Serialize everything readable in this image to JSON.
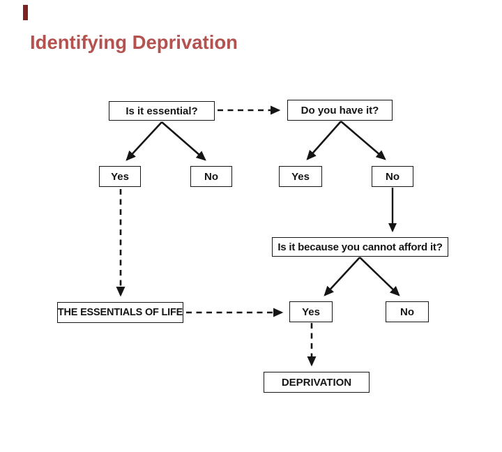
{
  "page": {
    "title": "Identifying Deprivation"
  },
  "colors": {
    "title_text": "#b4524f",
    "accent_bar": "#7d2423",
    "line": "#151515",
    "box_border": "#151515",
    "background": "#ffffff"
  },
  "flowchart": {
    "nodes": {
      "essential": {
        "label": "Is it essential?"
      },
      "have": {
        "label": "Do you have it?"
      },
      "essential_yes": {
        "label": "Yes"
      },
      "essential_no": {
        "label": "No"
      },
      "have_yes": {
        "label": "Yes"
      },
      "have_no": {
        "label": "No"
      },
      "afford": {
        "label": "Is it because you cannot afford it?"
      },
      "afford_yes": {
        "label": "Yes"
      },
      "afford_no": {
        "label": "No"
      },
      "essentials_of_life": {
        "label": "THE ESSENTIALS OF LIFE"
      },
      "deprivation": {
        "label": "DEPRIVATION"
      }
    },
    "connectors": [
      {
        "id": "essential-to-have",
        "from": "essential",
        "to": "have",
        "style": "dashed",
        "arrow": "end"
      },
      {
        "id": "essential-to-yes",
        "from": "essential",
        "to": "essential_yes",
        "style": "solid",
        "arrow": "end"
      },
      {
        "id": "essential-to-no",
        "from": "essential",
        "to": "essential_no",
        "style": "solid",
        "arrow": "end"
      },
      {
        "id": "have-to-yes",
        "from": "have",
        "to": "have_yes",
        "style": "solid",
        "arrow": "end"
      },
      {
        "id": "have-to-no",
        "from": "have",
        "to": "have_no",
        "style": "solid",
        "arrow": "end"
      },
      {
        "id": "have-no-to-afford",
        "from": "have_no",
        "to": "afford",
        "style": "solid",
        "arrow": "end"
      },
      {
        "id": "afford-to-yes",
        "from": "afford",
        "to": "afford_yes",
        "style": "solid",
        "arrow": "end"
      },
      {
        "id": "afford-to-no",
        "from": "afford",
        "to": "afford_no",
        "style": "solid",
        "arrow": "end"
      },
      {
        "id": "essential-yes-to-essentials",
        "from": "essential_yes",
        "to": "essentials_of_life",
        "style": "dashed",
        "arrow": "end"
      },
      {
        "id": "essentials-to-afford-yes",
        "from": "essentials_of_life",
        "to": "afford_yes",
        "style": "dashed",
        "arrow": "end"
      },
      {
        "id": "afford-yes-to-deprivation",
        "from": "afford_yes",
        "to": "deprivation",
        "style": "dashed",
        "arrow": "end"
      }
    ]
  }
}
